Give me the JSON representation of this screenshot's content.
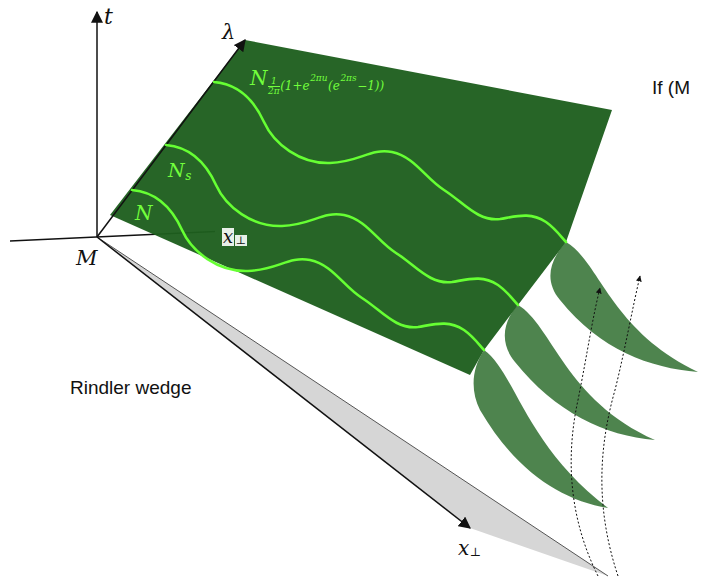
{
  "diagram": {
    "labels": [
      "t",
      "λ",
      "M",
      "x",
      "⊥",
      "x",
      "⊥",
      "Rindler wedge",
      "N",
      "N",
      "s",
      "N",
      "1",
      "2π",
      "(1+e",
      "2πu",
      "(e",
      "2πs",
      "−1))",
      "If (M"
    ]
  }
}
